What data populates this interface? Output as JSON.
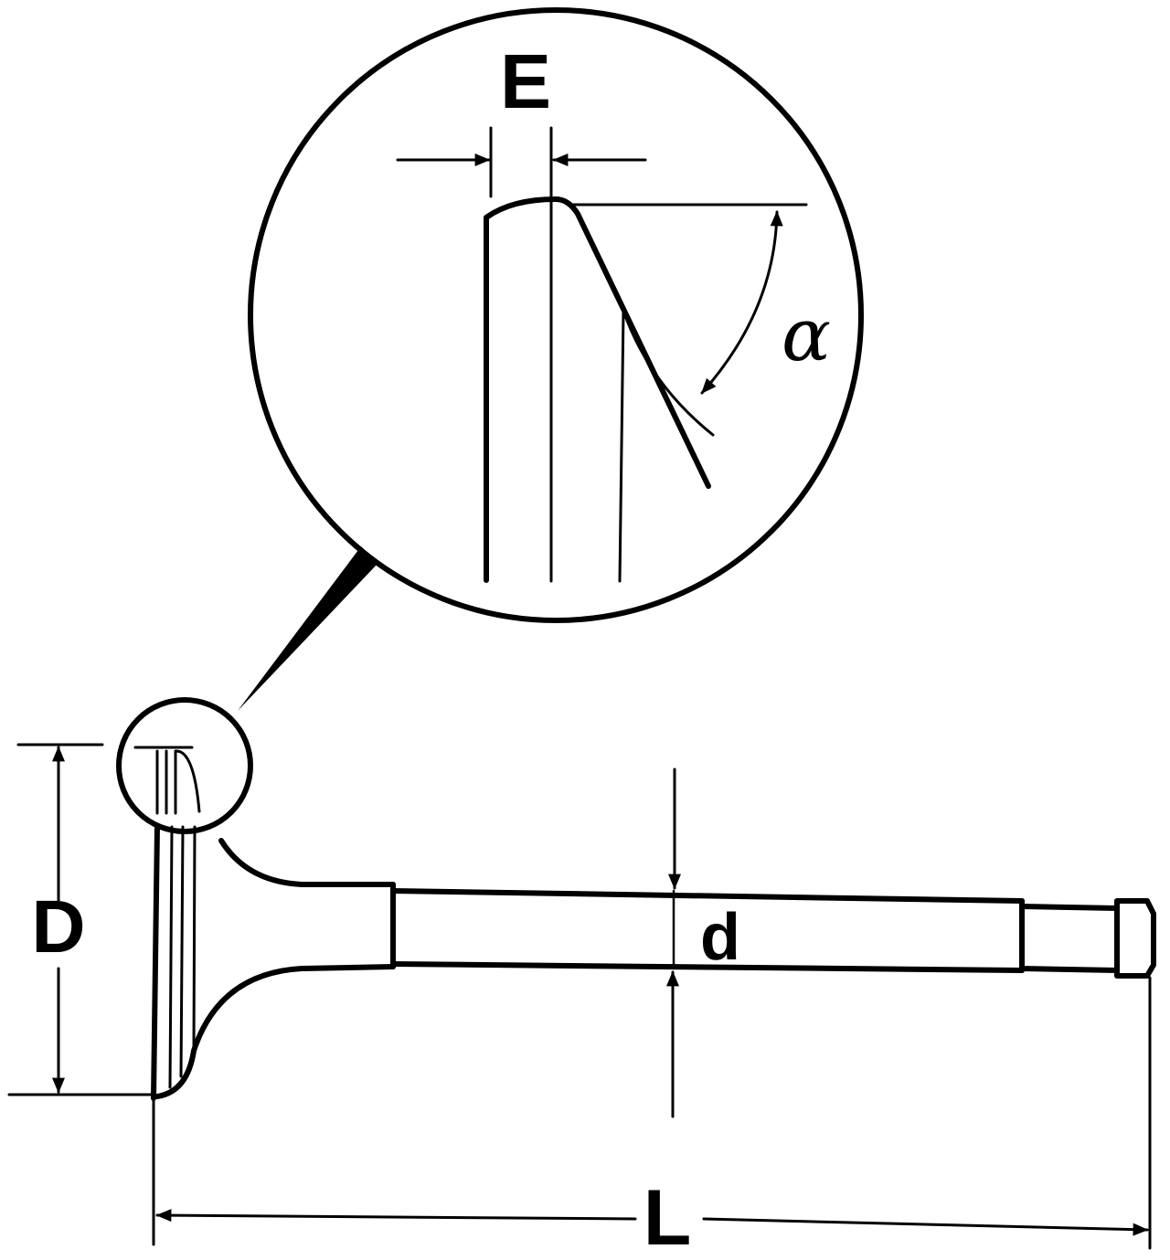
{
  "labels": {
    "E": "E",
    "alpha": "α",
    "D": "D",
    "d": "d",
    "L": "L"
  }
}
